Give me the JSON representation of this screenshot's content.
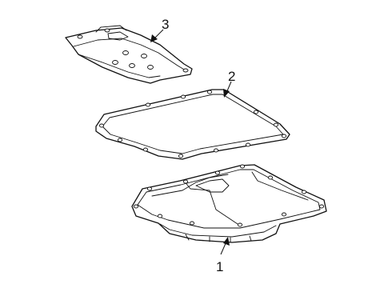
{
  "callouts": [
    {
      "id": "callout-1",
      "text": "1"
    },
    {
      "id": "callout-2",
      "text": "2"
    },
    {
      "id": "callout-3",
      "text": "3"
    }
  ],
  "colors": {
    "line": "#111111",
    "background": "#ffffff"
  }
}
